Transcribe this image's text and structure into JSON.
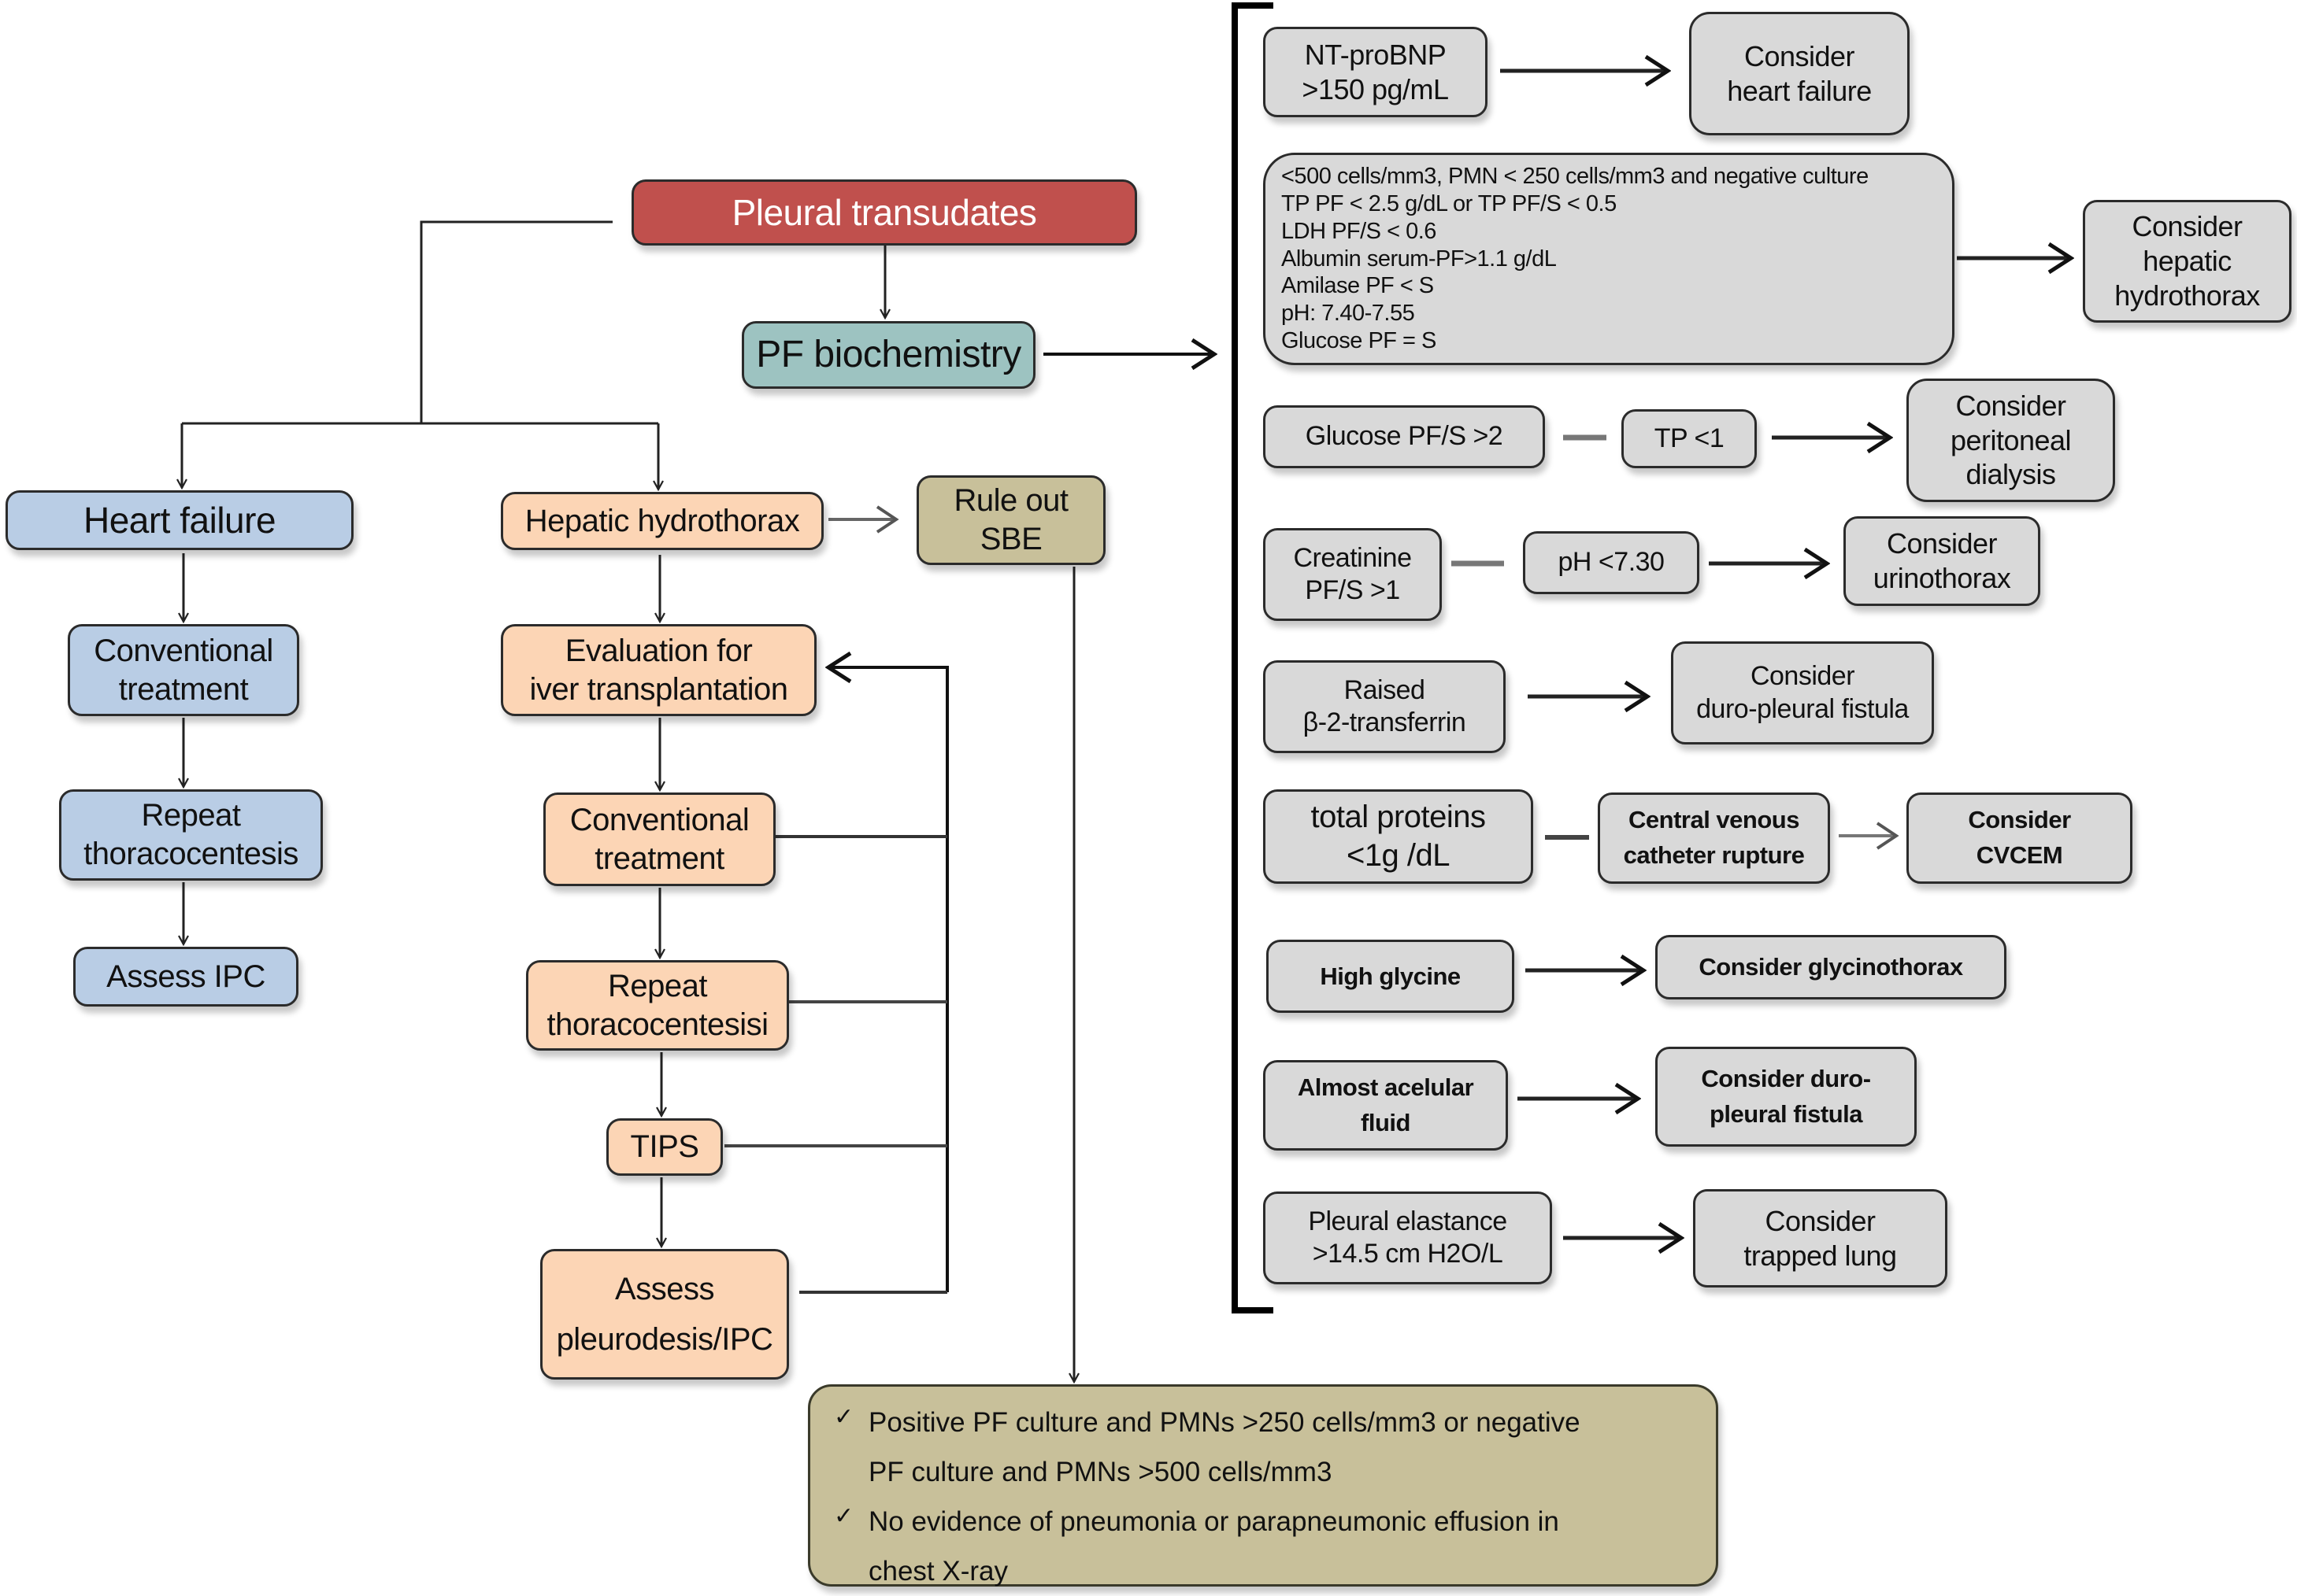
{
  "title": "Pleural transudates",
  "colors": {
    "root": "#c0504d",
    "biochemistry": "#9dc3c1",
    "heart_failure_branch": "#b9cde5",
    "hepatic_branch": "#fcd5b5",
    "sbe": "#c8c09a",
    "criteria": "#d9d9d9"
  },
  "root": {
    "label": "Pleural transudates"
  },
  "biochemistry": {
    "label": "PF biochemistry"
  },
  "heart_failure_branch": {
    "label": "Heart failure",
    "steps": [
      {
        "lines": [
          "Conventional",
          "treatment"
        ]
      },
      {
        "lines": [
          "Repeat",
          "thoracocentesis"
        ]
      },
      {
        "lines": [
          "Assess IPC"
        ]
      }
    ]
  },
  "hepatic_branch": {
    "label": "Hepatic hydrothorax",
    "steps": [
      {
        "lines": [
          "Evaluation for",
          "iver transplantation"
        ]
      },
      {
        "lines": [
          "Conventional",
          "treatment"
        ]
      },
      {
        "lines": [
          "Repeat",
          "thoracocentesisi"
        ]
      },
      {
        "lines": [
          "TIPS"
        ]
      },
      {
        "lines": [
          "Assess",
          "pleurodesis/IPC"
        ]
      }
    ]
  },
  "sbe": {
    "lines": [
      "Rule out",
      "SBE"
    ],
    "criteria": [
      {
        "icon": "check-icon",
        "lines": [
          "Positive PF culture and PMNs >250 cells/mm3 or negative",
          "PF culture and PMNs >500 cells/mm3"
        ]
      },
      {
        "icon": "check-icon",
        "lines": [
          "No evidence of pneumonia or parapneumonic effusion in",
          "chest X-ray"
        ]
      }
    ]
  },
  "check_glyph": "✓",
  "differentials": [
    {
      "tests": [
        {
          "lines": [
            "NT-proBNP",
            ">150 pg/mL"
          ]
        }
      ],
      "result": {
        "lines": [
          "Consider",
          "heart failure"
        ]
      }
    },
    {
      "tests": [
        {
          "lines": [
            "<500 cells/mm3, PMN < 250 cells/mm3 and negative culture",
            "TP PF < 2.5 g/dL or TP PF/S < 0.5",
            "LDH PF/S < 0.6",
            "Albumin serum-PF>1.1 g/dL",
            "Amilase PF < S",
            "pH: 7.40-7.55",
            "Glucose PF = S"
          ]
        }
      ],
      "result": {
        "lines": [
          "Consider",
          "hepatic",
          "hydrothorax"
        ]
      }
    },
    {
      "tests": [
        {
          "lines": [
            "Glucose PF/S >2"
          ]
        },
        {
          "lines": [
            "TP <1"
          ]
        }
      ],
      "result": {
        "lines": [
          "Consider",
          "peritoneal",
          "dialysis"
        ]
      }
    },
    {
      "tests": [
        {
          "lines": [
            "Creatinine",
            "PF/S >1"
          ]
        },
        {
          "lines": [
            "pH <7.30"
          ]
        }
      ],
      "result": {
        "lines": [
          "Consider",
          "urinothorax"
        ]
      }
    },
    {
      "tests": [
        {
          "lines": [
            "Raised",
            "β-2-transferrin"
          ]
        }
      ],
      "result": {
        "lines": [
          "Consider",
          "duro-pleural fistula"
        ]
      }
    },
    {
      "tests": [
        {
          "lines": [
            "total proteins",
            "<1g /dL"
          ]
        },
        {
          "lines": [
            "Central venous",
            "catheter rupture"
          ]
        }
      ],
      "result": {
        "lines": [
          "Consider",
          "CVCEM"
        ]
      }
    },
    {
      "tests": [
        {
          "lines": [
            "High glycine"
          ]
        }
      ],
      "result": {
        "lines": [
          "Consider glycinothorax"
        ]
      }
    },
    {
      "tests": [
        {
          "lines": [
            "Almost acelular",
            "fluid"
          ]
        }
      ],
      "result": {
        "lines": [
          "Consider duro-",
          "pleural fistula"
        ]
      }
    },
    {
      "tests": [
        {
          "lines": [
            "Pleural elastance",
            ">14.5 cm H2O/L"
          ]
        }
      ],
      "result": {
        "lines": [
          "Consider",
          "trapped lung"
        ]
      }
    }
  ]
}
